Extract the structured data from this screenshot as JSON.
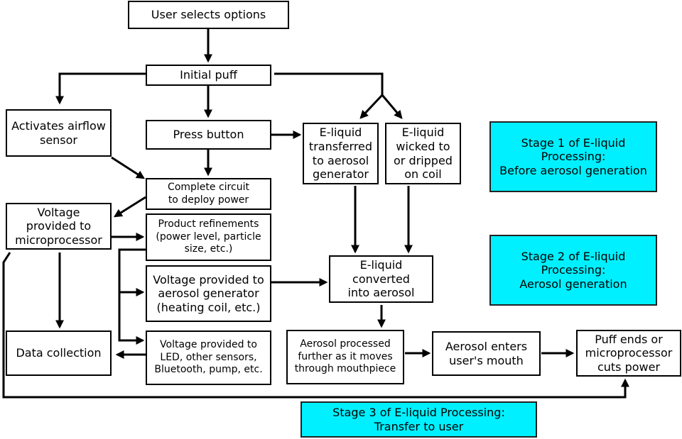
{
  "colors": {
    "stage_fill": "#00f0ff",
    "stroke": "#000000",
    "background": "#ffffff"
  },
  "nodes": {
    "user_selects_options": "User selects options",
    "initial_puff": "Initial puff",
    "activates_airflow_sensor": "Activates airflow\nsensor",
    "press_button": "Press button",
    "complete_circuit": "Complete circuit\nto deploy power",
    "voltage_microprocessor": "Voltage\nprovided to\nmicroprocessor",
    "product_refinements": "Product refinements\n(power level, particle\nsize, etc.)",
    "voltage_aerosol_generator": "Voltage provided to\naerosol generator\n(heating coil, etc.)",
    "voltage_led": "Voltage provided to\nLED, other sensors,\nBluetooth, pump, etc.",
    "data_collection": "Data collection",
    "eliquid_transferred": "E-liquid\ntransferred\nto aerosol\ngenerator",
    "eliquid_wicked": "E-liquid\nwicked to\nor dripped\non coil",
    "eliquid_converted": "E-liquid\nconverted\ninto aerosol",
    "aerosol_processed": "Aerosol processed\nfurther as it moves\nthrough mouthpiece",
    "aerosol_enters": "Aerosol enters\nuser's mouth",
    "puff_ends": "Puff ends or\nmicroprocessor\ncuts power"
  },
  "stages": {
    "stage1": "Stage 1 of E-liquid\nProcessing:\nBefore aerosol generation",
    "stage2": "Stage 2 of E-liquid\nProcessing:\nAerosol generation",
    "stage3": "Stage 3 of E-liquid Processing:\nTransfer to user"
  }
}
